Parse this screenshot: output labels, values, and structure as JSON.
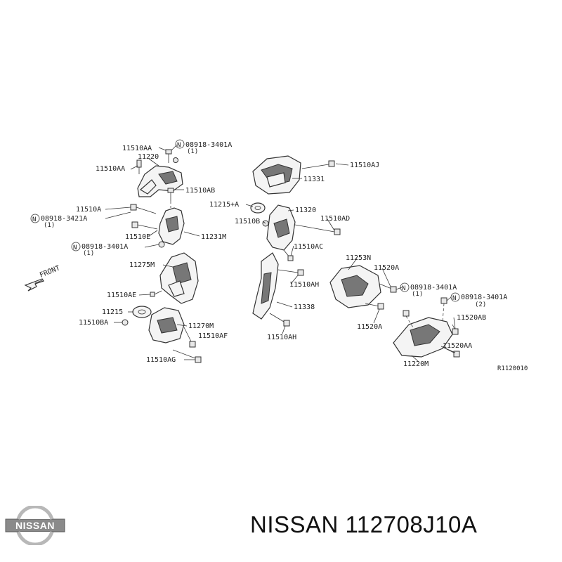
{
  "diagram": {
    "front_label": "FRONT",
    "reference_code": "R1120010",
    "callouts": {
      "c_11510AA_top": "11510AA",
      "c_08918_3401A_top": "08918-3401A",
      "c_qty1_top": "(1)",
      "c_11220": "11220",
      "c_11510AA_left": "11510AA",
      "c_11510AB": "11510AB",
      "c_11510A": "11510A",
      "c_08918_3421A": "08918-3421A",
      "c_qty1_3421": "(1)",
      "c_11510E": "11510E",
      "c_11231M": "11231M",
      "c_08918_3401A_mid": "08918-3401A",
      "c_qty1_mid": "(1)",
      "c_11275M": "11275M",
      "c_11510AE": "11510AE",
      "c_11215": "11215",
      "c_11510BA": "11510BA",
      "c_11270M": "11270M",
      "c_11510AF": "11510AF",
      "c_11510AG": "11510AG",
      "c_11510AJ": "11510AJ",
      "c_11331": "11331",
      "c_11215_A": "11215+A",
      "c_11320": "11320",
      "c_11510B": "11510B",
      "c_11510AD": "11510AD",
      "c_11510AC": "11510AC",
      "c_11510AH_mid": "11510AH",
      "c_11338": "11338",
      "c_11510AH_low": "11510AH",
      "c_11253N": "11253N",
      "c_11520A_top": "11520A",
      "c_08918_3401A_r1": "08918-3401A",
      "c_qty1_r1": "(1)",
      "c_08918_3401A_r2": "08918-3401A",
      "c_qty2_r2": "(2)",
      "c_11520A_low": "11520A",
      "c_11520AB": "11520AB",
      "c_11520AA": "11520AA",
      "c_11220M": "11220M",
      "n_marker": "N"
    }
  },
  "brand": {
    "logo_text": "NISSAN",
    "part_title": "NISSAN 112708J10A"
  },
  "colors": {
    "line": "#333333",
    "logo_silver": "#b8b8b8",
    "logo_bar": "#8a8a8a"
  }
}
